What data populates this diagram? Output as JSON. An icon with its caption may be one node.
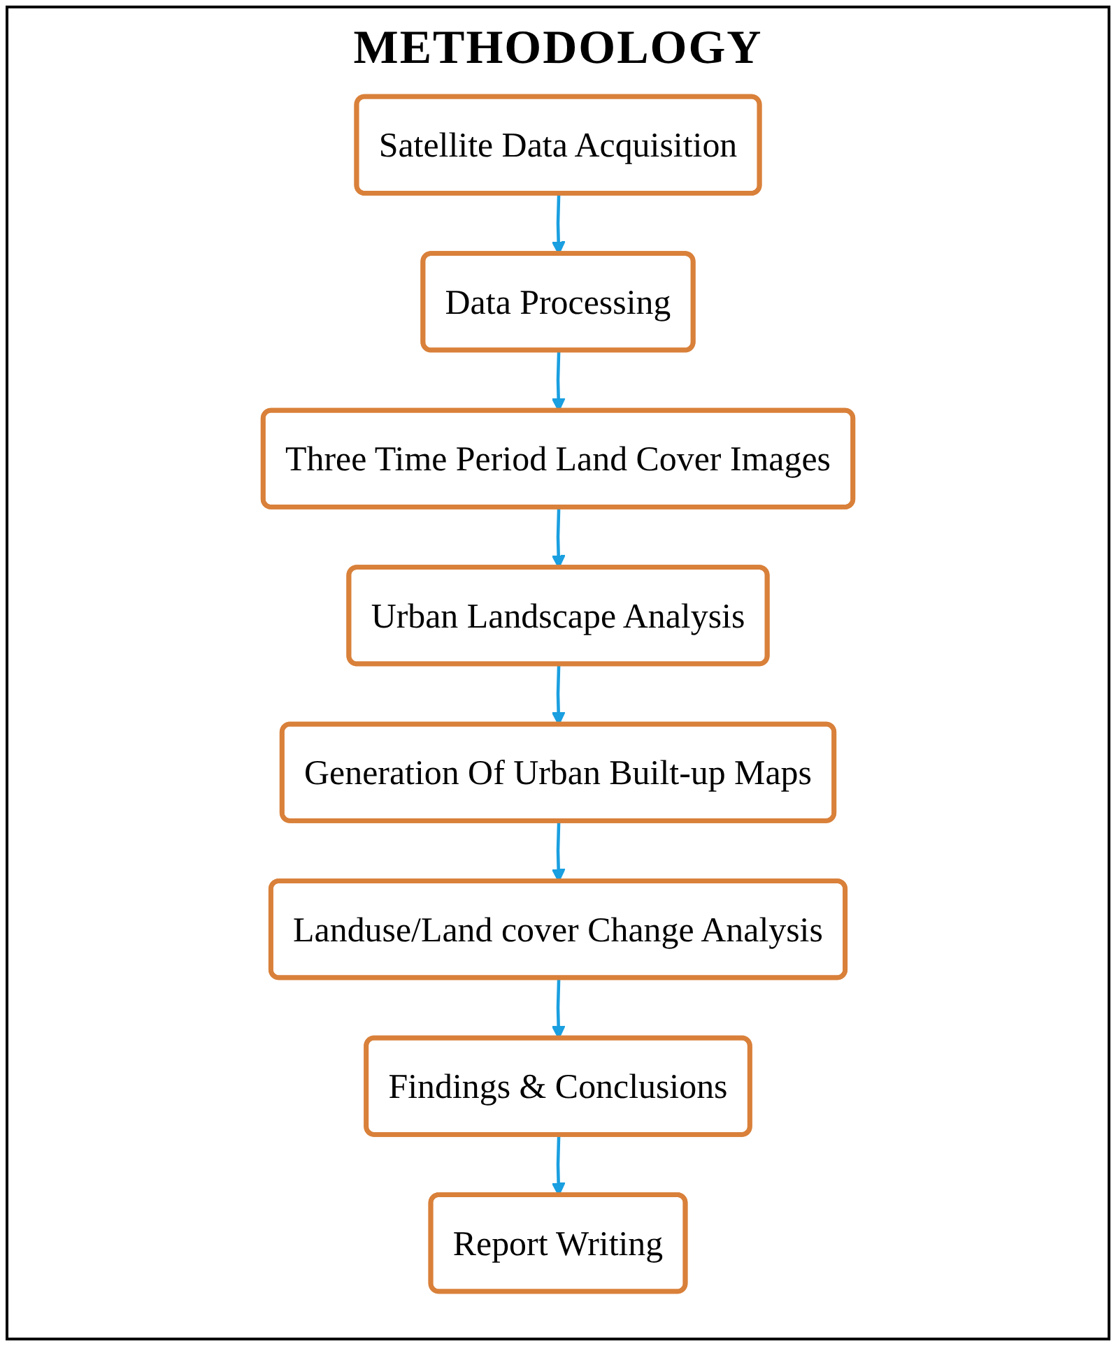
{
  "diagram": {
    "title": "METHODOLOGY",
    "nodes": [
      {
        "text": [
          "Satellite Data Acquisition"
        ]
      },
      {
        "text": [
          "Data Processing"
        ]
      },
      {
        "text": [
          "Three Time Period Land Cover Images"
        ]
      },
      {
        "text": [
          "Urban Landscape Analysis"
        ]
      },
      {
        "text": [
          "Generation Of Urban Built-up Maps"
        ]
      },
      {
        "text": [
          "Landuse/Land cover Change Analysis"
        ]
      },
      {
        "text": [
          "Findings & Conclusions"
        ]
      },
      {
        "text": [
          "Report Writing"
        ]
      }
    ],
    "edges": [
      {
        "from": 0,
        "to": 1,
        "arrow": "to"
      },
      {
        "from": 1,
        "to": 2,
        "arrow": "to"
      },
      {
        "from": 2,
        "to": 3,
        "arrow": "to"
      },
      {
        "from": 3,
        "to": 4,
        "arrow": "to"
      },
      {
        "from": 4,
        "to": 5,
        "arrow": "to"
      },
      {
        "from": 5,
        "to": 6,
        "arrow": "to"
      },
      {
        "from": 6,
        "to": 7,
        "arrow": "to"
      }
    ]
  }
}
